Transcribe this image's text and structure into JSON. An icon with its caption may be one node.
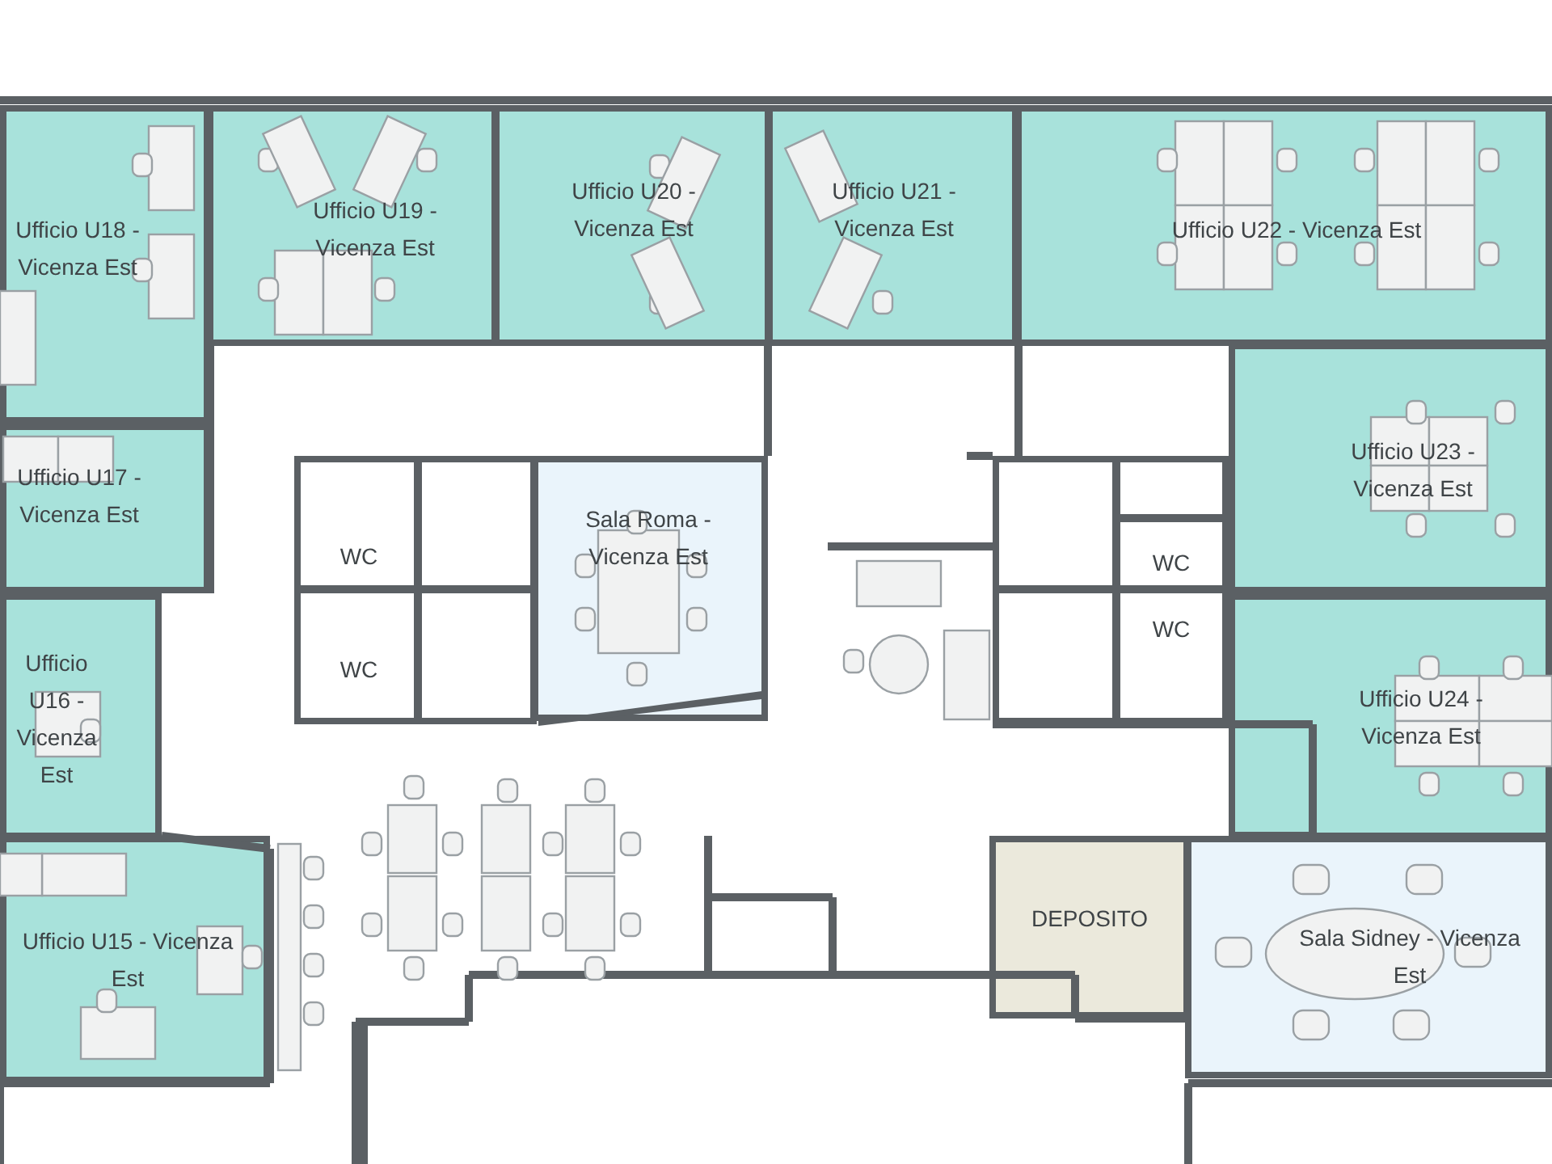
{
  "diagram": {
    "nodes": [
      {
        "text": [
          "Ufficio U18 - Vicenza Est"
        ]
      },
      {
        "text": [
          "Ufficio U19 - Vicenza Est"
        ]
      },
      {
        "text": [
          "Ufficio U20 - Vicenza Est"
        ]
      },
      {
        "text": [
          "Ufficio U21 - Vicenza Est"
        ]
      },
      {
        "text": [
          "Ufficio U22 - Vicenza Est"
        ]
      },
      {
        "text": [
          "Ufficio U17 - Vicenza Est"
        ]
      },
      {
        "text": [
          "WC"
        ]
      },
      {
        "text": [],
        "shape": "box"
      },
      {
        "text": [
          "Sala Roma - Vicenza Est"
        ]
      },
      {
        "text": [
          "WC"
        ]
      },
      {
        "text": [],
        "shape": "box"
      },
      {
        "text": [
          "Ufficio U23 - Vicenza Est"
        ]
      },
      {
        "text": [],
        "shape": "box"
      },
      {
        "text": [],
        "shape": "box"
      },
      {
        "text": [
          "WC"
        ]
      },
      {
        "text": [],
        "shape": "box"
      },
      {
        "text": [
          "WC"
        ]
      },
      {
        "text": [
          "Ufficio U16 - Vicenza Est"
        ]
      },
      {
        "text": [
          "Ufficio U24 - Vicenza Est"
        ]
      },
      {
        "text": [
          "Ufficio U15 - Vicenza Est"
        ]
      },
      {
        "text": [
          "DEPOSITO"
        ]
      },
      {
        "text": [
          "Sala Sidney - Vicenza Est"
        ]
      }
    ]
  }
}
